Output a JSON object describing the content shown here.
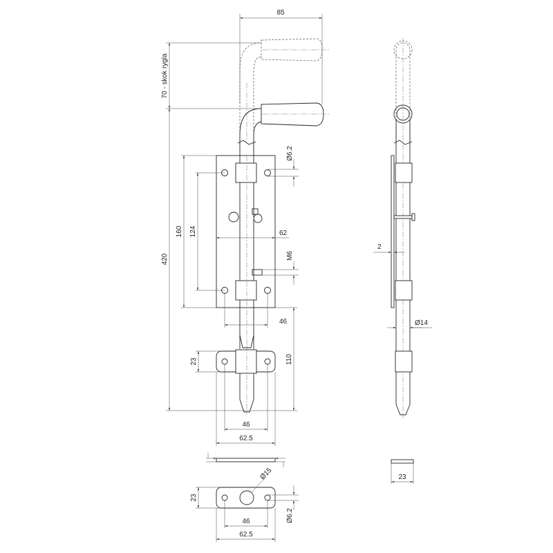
{
  "drawing": {
    "line_color": "#222222",
    "dimensions": {
      "handle_reach": "85",
      "bolt_stroke": "70 - skok rygla",
      "total_length": "420",
      "plate_height": "160",
      "hole_spacing_vertical": "124",
      "plate_width": "62",
      "hole_diameter_top": "Ø6.2",
      "screw_thread": "M6",
      "hole_spacing_horizontal": "46",
      "bolt_projection": "110",
      "keeper_height": "23",
      "keeper_hole_spacing": "46",
      "keeper_width": "62.5",
      "plate_thickness": "2",
      "rod_diameter": "Ø14",
      "strip_width": "23",
      "receiver_hole": "Ø15",
      "receiver_height": "23",
      "receiver_hole_small": "Ø6.2",
      "receiver_hole_spacing": "46",
      "receiver_width": "62.5"
    }
  }
}
